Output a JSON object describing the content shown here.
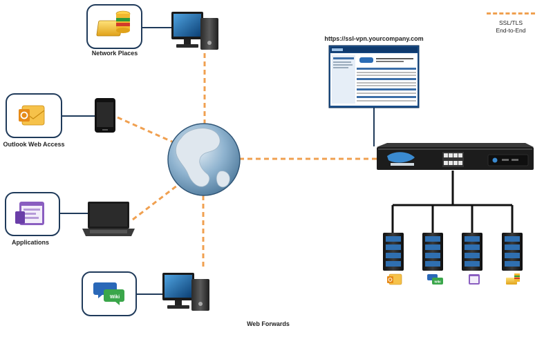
{
  "labels": {
    "network_places": "Network Places",
    "outlook_web_access": "Outlook Web Access",
    "applications": "Applications",
    "web_forwards": "Web Forwards",
    "vpn_url": "https://ssl-vpn.yourcompany.com",
    "legend_line1": "SSL/TLS",
    "legend_line2": "End-to-End",
    "wiki": "Wiki"
  },
  "colors": {
    "dashed_link": "#f0a050",
    "solid_link": "#1f3a5a",
    "tile_border": "#1f3a5a",
    "tree_line": "#111111",
    "globe_ocean": "#7fa8c8",
    "globe_land": "#d9e2ea",
    "appliance": "#1c1c1c",
    "server_blue": "#2f6fb0"
  },
  "icons": {
    "network_places_tile": "folder-database-icon",
    "outlook_tile": "outlook-icon",
    "applications_tile": "app-window-icon",
    "wiki_tile": "wiki-chat-icon"
  }
}
